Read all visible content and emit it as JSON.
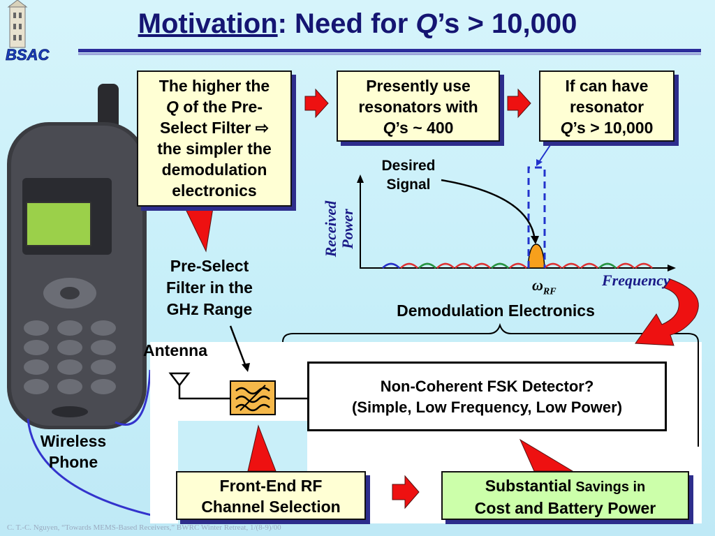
{
  "title": {
    "part1": "Motivation",
    "part2": ": Need for ",
    "q": "Q",
    "part3": "’s > 10,000"
  },
  "logo": {
    "text": "BSAC"
  },
  "box_higher_q": {
    "line1": "The higher the",
    "q": "Q",
    "line2": " of the Pre-",
    "line3": "Select Filter ⇨",
    "line4": "the simpler the",
    "line5": "demodulation",
    "line6": "electronics"
  },
  "box_present": {
    "line1": "Presently use",
    "line2": "resonators with",
    "q": "Q",
    "line3": "’s ~ 400"
  },
  "box_future": {
    "line1": "If can have",
    "line2": "resonator",
    "q": "Q",
    "line3": "’s > 10,000"
  },
  "plot": {
    "desired_line1": "Desired",
    "desired_line2": "Signal",
    "ylabel_line1": "Received",
    "ylabel_line2": "Power",
    "xlabel": "Frequency",
    "omega": "ω",
    "omega_sub": "RF"
  },
  "preselect": {
    "line1": "Pre-Select",
    "line2": "Filter in the",
    "line3": "GHz Range"
  },
  "demod_label": "Demodulation Electronics",
  "antenna_label": "Antenna",
  "phone_label": {
    "line1": "Wireless",
    "line2": "Phone"
  },
  "fsk": {
    "line1": "Non-Coherent FSK Detector?",
    "line2": "(Simple, Low Frequency, Low Power)"
  },
  "box_frontend": {
    "line1": "Front-End RF",
    "line2": "Channel Selection"
  },
  "box_savings": {
    "line1a": "Substantial",
    "line1b": " Savings in",
    "line2": "Cost and Battery Power"
  },
  "footer": "C. T.-C. Nguyen, “Towards MEMS-Based Receivers,” BWRC Winter Retreat, 1/(8-9)/00",
  "colors": {
    "title": "#151572",
    "box_fill": "#ffffd4",
    "box_green": "#ccffaa",
    "arrow_red": "#ee1111",
    "shadow": "#2d2d8c",
    "filter_bg": "#f5b84a",
    "signal_orange": "#f7a01c",
    "wire_blue": "#3333cc"
  }
}
